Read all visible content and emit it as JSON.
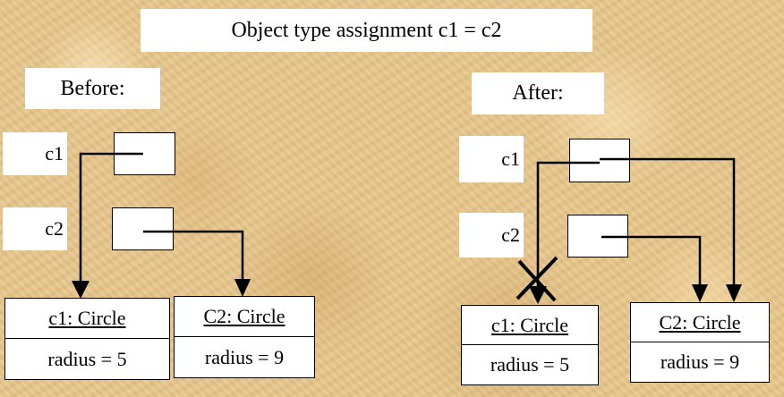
{
  "title": "Object type assignment c1 = c2",
  "before": {
    "label": "Before:",
    "var_c1": "c1",
    "var_c2": "c2",
    "obj1": {
      "name": "c1: Circle",
      "attr": "radius = 5"
    },
    "obj2": {
      "name": "C2: Circle",
      "attr": "radius = 9"
    }
  },
  "after": {
    "label": "After:",
    "var_c1": "c1",
    "var_c2": "c2",
    "obj1": {
      "name": "c1: Circle",
      "attr": "radius = 5"
    },
    "obj2": {
      "name": "C2: Circle",
      "attr": "radius = 9"
    }
  }
}
